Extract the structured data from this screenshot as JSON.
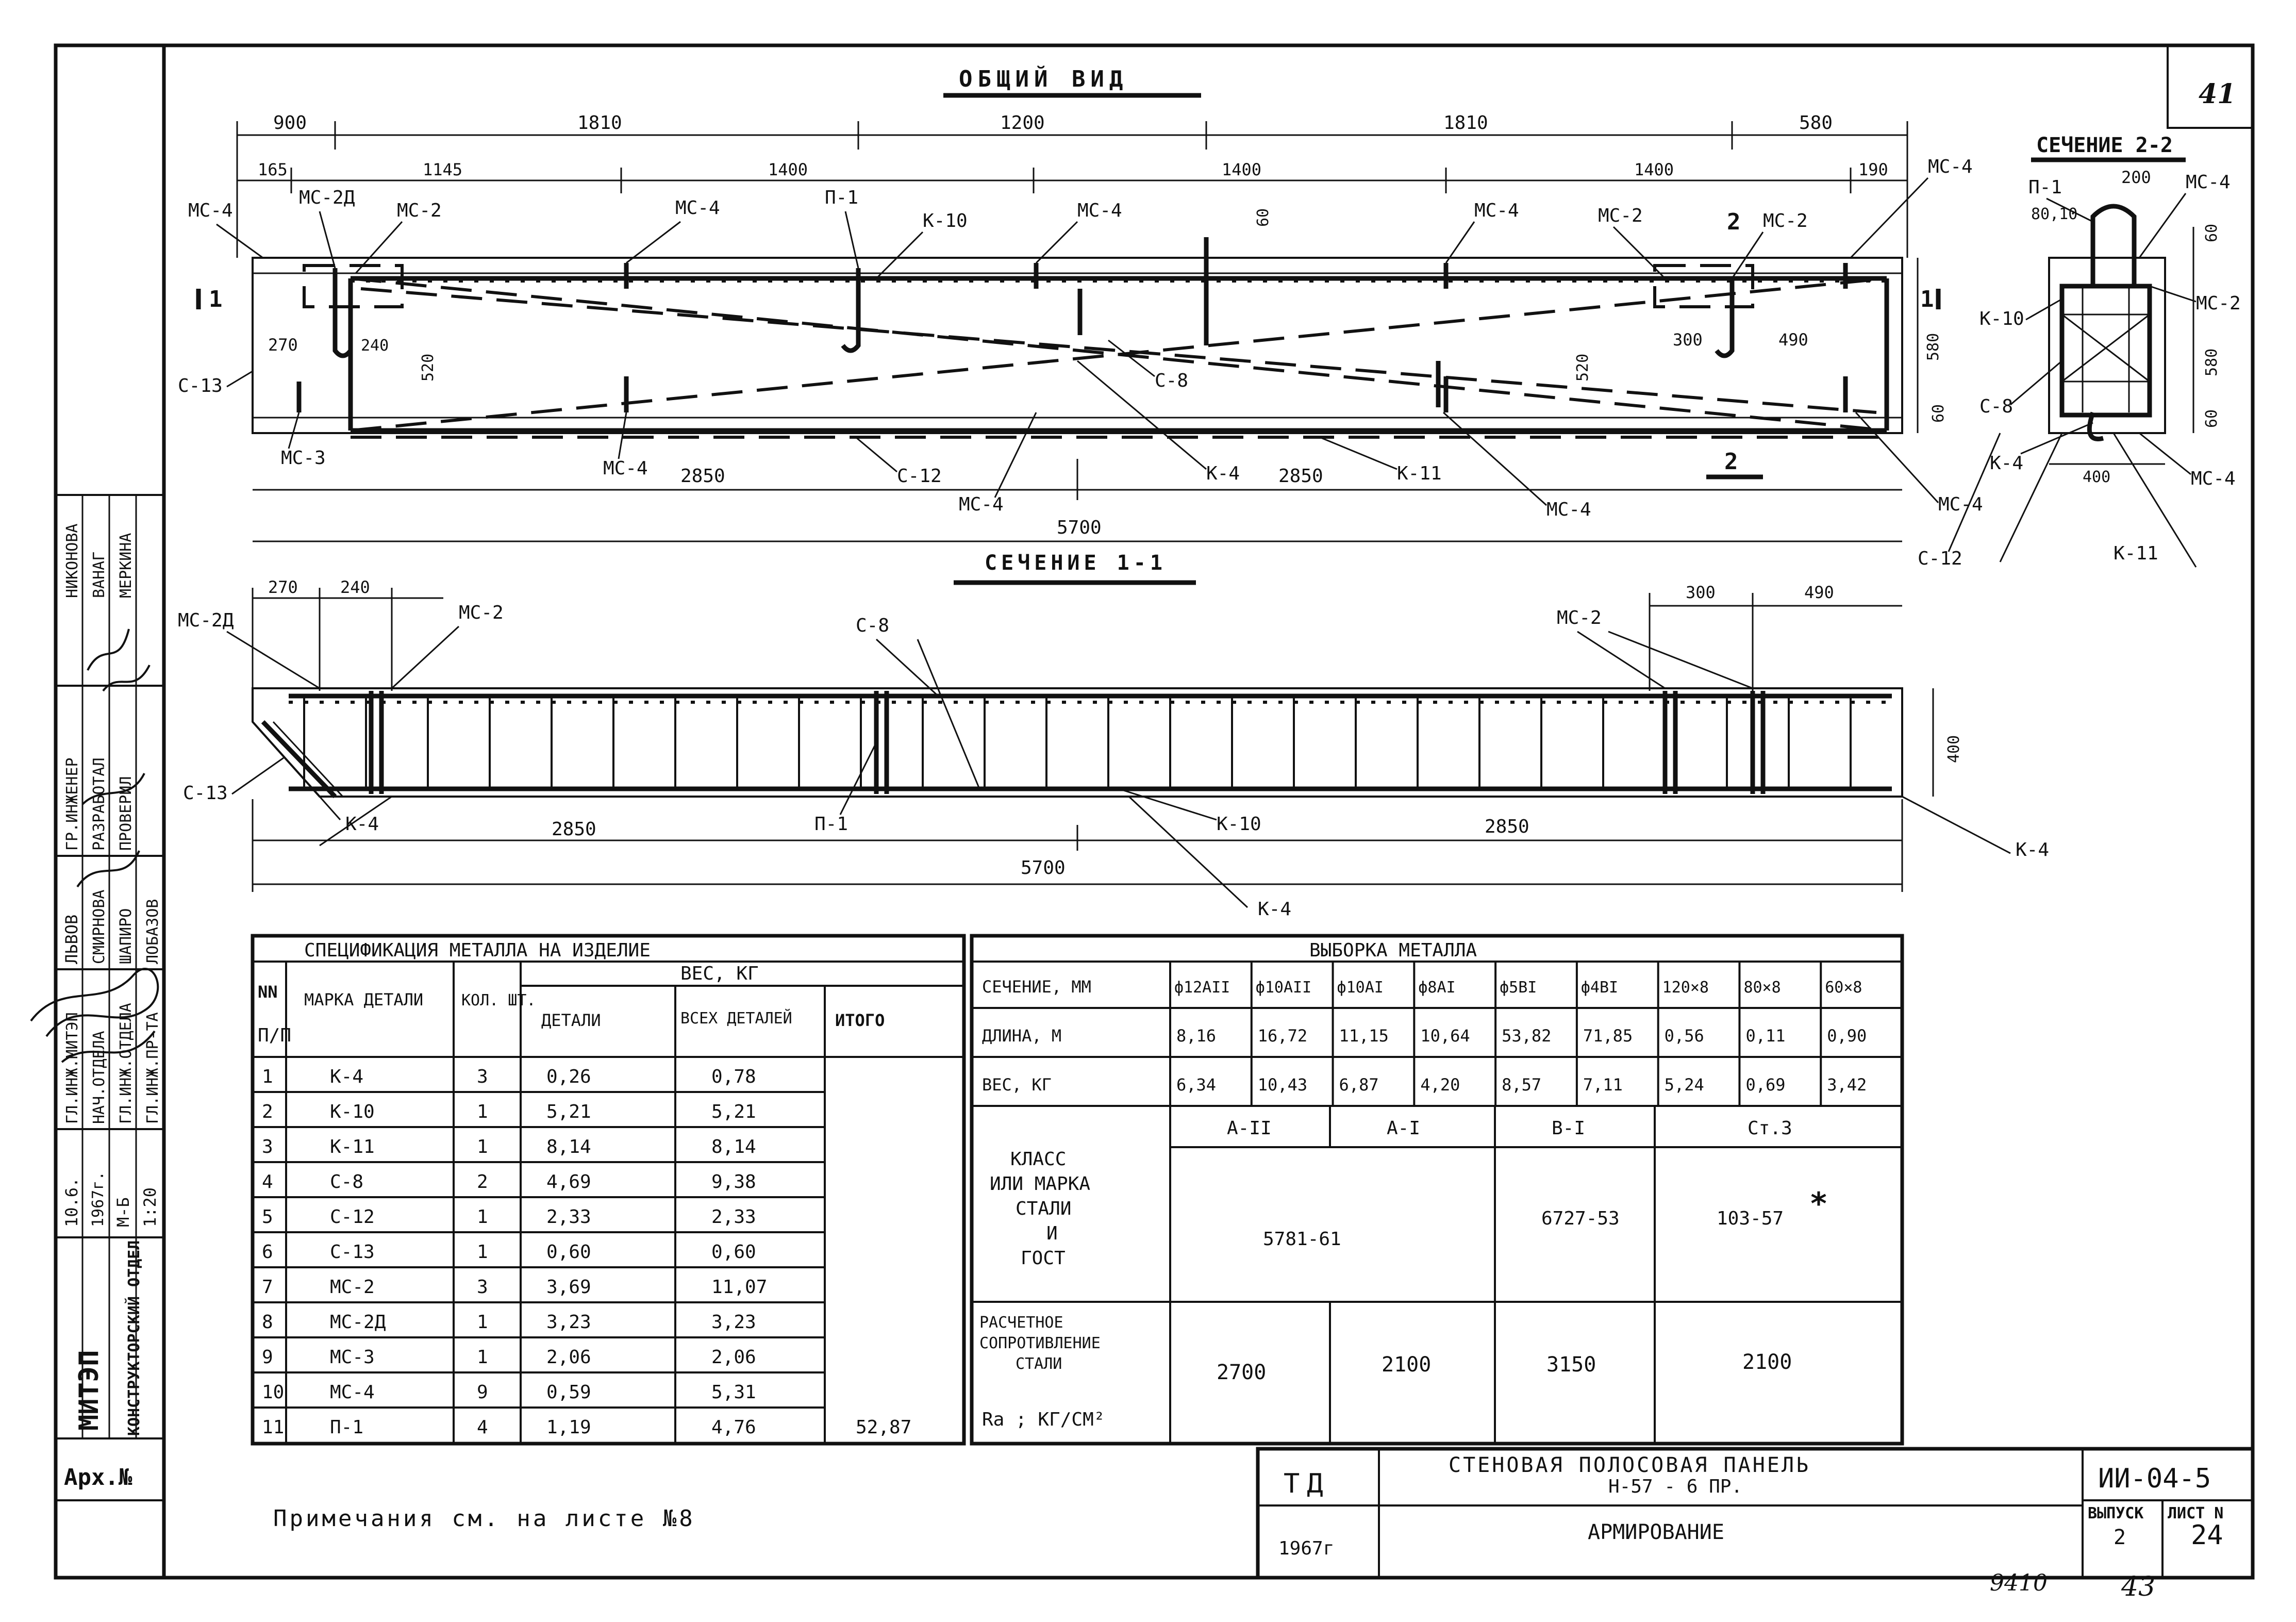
{
  "general_view": {
    "title": "ОБЩИЙ ВИД",
    "sheet_tag": "41",
    "top_dims": [
      "900",
      "1810",
      "1200",
      "1810",
      "580"
    ],
    "second_dims": [
      "165",
      "1145",
      "1400",
      "1400",
      "1400",
      "190"
    ],
    "inner": {
      "d270": "270",
      "d240": "240",
      "d520": "520",
      "d520b": "520",
      "d300": "300",
      "d490": "490",
      "d580": "580",
      "d60a": "60",
      "d60b": "60"
    },
    "bottom_dims": {
      "left": "2850",
      "right": "2850",
      "total": "5700"
    },
    "labels": {
      "mc4": "МС-4",
      "mc2d": "МС-2Д",
      "mc2": "МС-2",
      "p1": "П-1",
      "k10": "К-10",
      "c13": "С-13",
      "mc3": "МС-3",
      "c8": "С-8",
      "c12": "С-12",
      "k4": "К-4",
      "k11": "К-11",
      "sec1": "1",
      "sec2": "2"
    }
  },
  "section_22": {
    "title": "СЕЧЕНИЕ 2-2",
    "dims": {
      "d200": "200",
      "d80": "80,10",
      "d60": "60",
      "d580": "580",
      "d60b": "60",
      "d400": "400"
    },
    "labels": {
      "p1": "П-1",
      "mc4": "МС-4",
      "k10": "К-10",
      "mc2": "МС-2",
      "c8": "С-8",
      "c12": "С-12",
      "k4": "К-4",
      "k11": "К-11"
    }
  },
  "section_11": {
    "title": "СЕЧЕНИЕ 1-1",
    "dims": {
      "d270": "270",
      "d240": "240",
      "d300": "300",
      "d490": "490",
      "d400": "400",
      "left": "2850",
      "right": "2850",
      "total": "5700"
    },
    "labels": {
      "mc2d": "МС-2Д",
      "mc2": "МС-2",
      "c8": "С-8",
      "mc2b": "МС-2",
      "c13": "С-13",
      "k4": "К-4",
      "p1": "П-1",
      "k10": "К-10",
      "k4b": "К-4",
      "k4c": "К-4"
    }
  },
  "spec_table": {
    "title": "СПЕЦИФИКАЦИЯ МЕТАЛЛА НА ИЗДЕЛИЕ",
    "h_nn": "NN",
    "h_np": "П/П",
    "h_mark": "МАРКА ДЕТАЛИ",
    "h_qty": "КОЛ. ШТ.",
    "h_weight": "ВЕС, КГ",
    "h_detail": "ДЕТАЛИ",
    "h_all": "ВСЕХ ДЕТАЛЕЙ",
    "h_total": "ИТОГО",
    "rows": [
      [
        "1",
        "К-4",
        "3",
        "0,26",
        "0,78"
      ],
      [
        "2",
        "К-10",
        "1",
        "5,21",
        "5,21"
      ],
      [
        "3",
        "К-11",
        "1",
        "8,14",
        "8,14"
      ],
      [
        "4",
        "С-8",
        "2",
        "4,69",
        "9,38"
      ],
      [
        "5",
        "С-12",
        "1",
        "2,33",
        "2,33"
      ],
      [
        "6",
        "С-13",
        "1",
        "0,60",
        "0,60"
      ],
      [
        "7",
        "МС-2",
        "3",
        "3,69",
        "11,07"
      ],
      [
        "8",
        "МС-2Д",
        "1",
        "3,23",
        "3,23"
      ],
      [
        "9",
        "МС-3",
        "1",
        "2,06",
        "2,06"
      ],
      [
        "10",
        "МС-4",
        "9",
        "0,59",
        "5,31"
      ],
      [
        "11",
        "П-1",
        "4",
        "1,19",
        "4,76"
      ]
    ],
    "total": "52,87"
  },
  "sample_table": {
    "title": "ВЫБОРКА МЕТАЛЛА",
    "h_section": "СЕЧЕНИЕ, ММ",
    "sections": [
      "ф12АII",
      "ф10АII",
      "ф10АI",
      "ф8АI",
      "ф5ВI",
      "ф4ВI",
      "120×8",
      "80×8",
      "60×8"
    ],
    "h_length": "ДЛИНА, М",
    "lengths": [
      "8,16",
      "16,72",
      "11,15",
      "10,64",
      "53,82",
      "71,85",
      "0,56",
      "0,11",
      "0,90"
    ],
    "h_weight": "ВЕС, КГ",
    "weights": [
      "6,34",
      "10,43",
      "6,87",
      "4,20",
      "8,57",
      "7,11",
      "5,24",
      "0,69",
      "3,42"
    ],
    "h_class_lines": [
      "КЛАСС",
      "ИЛИ МАРКА",
      "СТАЛИ",
      "И",
      "ГОСТ"
    ],
    "classes": [
      "А-II",
      "А-I",
      "В-I",
      "Ст.3"
    ],
    "gosts": [
      "5781-61",
      "6727-53",
      "103-57"
    ],
    "gost_star": "*",
    "h_res_lines": [
      "РАСЧЕТНОЕ",
      "СОПРОТИВЛЕНИЕ",
      "СТАЛИ"
    ],
    "h_res_unit": "Ra ; КГ/СМ²",
    "resistances": [
      "2700",
      "2100",
      "3150",
      "2100"
    ]
  },
  "stamp": {
    "org": "ТД",
    "year": "1967г",
    "title_line1": "СТЕНОВАЯ ПОЛОСОВАЯ ПАНЕЛЬ",
    "title_line2": "Н-57 - 6 ПР.",
    "subtitle": "АРМИРОВАНИЕ",
    "code": "ИИ-04-5",
    "h_issue": "ВЫПУСК",
    "h_sheet": "ЛИСТ N",
    "issue": "2",
    "sheet": "24",
    "hand_left": "9410",
    "hand_right": "43"
  },
  "note": "Примечания см. на листе №8",
  "side": {
    "col1": [
      "ЛЬВОВ",
      "ГР.ИНЖЕНЕР",
      "НИКОНОВА"
    ],
    "col2": [
      "СМИРНОВА",
      "РАЗРАБОТАЛ",
      "ВАНАГ"
    ],
    "col3": [
      "ШАПИРО",
      "ПРОВЕРИЛ",
      "МЕРКИНА"
    ],
    "col4": [
      "ЛОБАЗОВ"
    ],
    "roles": [
      "ГЛ.ИНЖ.МИТЭП",
      "НАЧ.ОТДЕЛА",
      "ГЛ.ИНЖ.ОТДЕЛА",
      "ГЛ.ИНЖ.ПР-ТА"
    ],
    "date": "10.6.",
    "year": "1967г.",
    "scale_m": "М-Б",
    "scale": "1:20",
    "org": "МИТЭП",
    "dept": "КОНСТРУКТОРСКИЙ ОТДЕЛ",
    "arch": "Арх.№"
  }
}
